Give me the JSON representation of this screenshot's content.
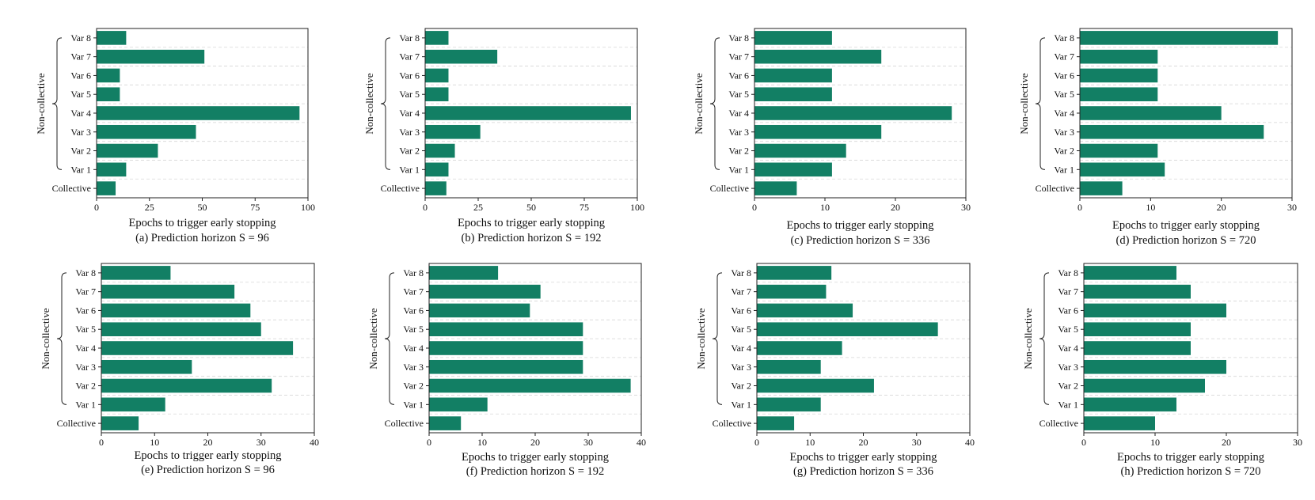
{
  "figure": {
    "x_label": "Epochs to trigger early stopping",
    "group_label": "Non-collective",
    "bar_color": "#127f64",
    "grid_color": "#d6d6d6"
  },
  "chart_data": [
    {
      "type": "bar",
      "orientation": "horizontal",
      "caption": "(a) Prediction horizon S = 96",
      "xlabel": "Epochs to trigger early stopping",
      "categories": [
        "Var 8",
        "Var 7",
        "Var 6",
        "Var 5",
        "Var 4",
        "Var 3",
        "Var 2",
        "Var 1",
        "Collective"
      ],
      "values": [
        14,
        51,
        11,
        11,
        96,
        47,
        29,
        14,
        9
      ],
      "xlim": [
        0,
        100
      ],
      "xticks": [
        0,
        25,
        50,
        75,
        100
      ],
      "grid": "horizontal dashed"
    },
    {
      "type": "bar",
      "orientation": "horizontal",
      "caption": "(b) Prediction horizon S = 192",
      "xlabel": "Epochs to trigger early stopping",
      "categories": [
        "Var 8",
        "Var 7",
        "Var 6",
        "Var 5",
        "Var 4",
        "Var 3",
        "Var 2",
        "Var 1",
        "Collective"
      ],
      "values": [
        11,
        34,
        11,
        11,
        97,
        26,
        14,
        11,
        10
      ],
      "xlim": [
        0,
        100
      ],
      "xticks": [
        0,
        25,
        50,
        75,
        100
      ],
      "grid": "horizontal dashed"
    },
    {
      "type": "bar",
      "orientation": "horizontal",
      "caption": "(c) Prediction horizon S = 336",
      "xlabel": "Epochs to trigger early stopping",
      "categories": [
        "Var 8",
        "Var 7",
        "Var 6",
        "Var 5",
        "Var 4",
        "Var 3",
        "Var 2",
        "Var 1",
        "Collective"
      ],
      "values": [
        11,
        18,
        11,
        11,
        28,
        18,
        13,
        11,
        6
      ],
      "xlim": [
        0,
        30
      ],
      "xticks": [
        0,
        10,
        20,
        30
      ],
      "grid": "horizontal dashed"
    },
    {
      "type": "bar",
      "orientation": "horizontal",
      "caption": "(d) Prediction horizon S = 720",
      "xlabel": "Epochs to trigger early stopping",
      "categories": [
        "Var 8",
        "Var 7",
        "Var 6",
        "Var 5",
        "Var 4",
        "Var 3",
        "Var 2",
        "Var 1",
        "Collective"
      ],
      "values": [
        28,
        11,
        11,
        11,
        20,
        26,
        11,
        12,
        6
      ],
      "xlim": [
        0,
        30
      ],
      "xticks": [
        0,
        10,
        20,
        30
      ],
      "grid": "horizontal dashed"
    },
    {
      "type": "bar",
      "orientation": "horizontal",
      "caption": "(e) Prediction horizon S = 96",
      "xlabel": "Epochs to trigger early stopping",
      "categories": [
        "Var 8",
        "Var 7",
        "Var 6",
        "Var 5",
        "Var 4",
        "Var 3",
        "Var 2",
        "Var 1",
        "Collective"
      ],
      "values": [
        13,
        25,
        28,
        30,
        36,
        17,
        32,
        12,
        7
      ],
      "xlim": [
        0,
        40
      ],
      "xticks": [
        0,
        10,
        20,
        30,
        40
      ],
      "grid": "horizontal dashed"
    },
    {
      "type": "bar",
      "orientation": "horizontal",
      "caption": "(f) Prediction horizon S = 192",
      "xlabel": "Epochs to trigger early stopping",
      "categories": [
        "Var 8",
        "Var 7",
        "Var 6",
        "Var 5",
        "Var 4",
        "Var 3",
        "Var 2",
        "Var 1",
        "Collective"
      ],
      "values": [
        13,
        21,
        19,
        29,
        29,
        29,
        38,
        11,
        6
      ],
      "xlim": [
        0,
        40
      ],
      "xticks": [
        0,
        10,
        20,
        30,
        40
      ],
      "grid": "horizontal dashed"
    },
    {
      "type": "bar",
      "orientation": "horizontal",
      "caption": "(g) Prediction horizon S = 336",
      "xlabel": "Epochs to trigger early stopping",
      "categories": [
        "Var 8",
        "Var 7",
        "Var 6",
        "Var 5",
        "Var 4",
        "Var 3",
        "Var 2",
        "Var 1",
        "Collective"
      ],
      "values": [
        14,
        13,
        18,
        34,
        16,
        12,
        22,
        12,
        7
      ],
      "xlim": [
        0,
        40
      ],
      "xticks": [
        0,
        10,
        20,
        30,
        40
      ],
      "grid": "horizontal dashed"
    },
    {
      "type": "bar",
      "orientation": "horizontal",
      "caption": "(h) Prediction horizon S = 720",
      "xlabel": "Epochs to trigger early stopping",
      "categories": [
        "Var 8",
        "Var 7",
        "Var 6",
        "Var 5",
        "Var 4",
        "Var 3",
        "Var 2",
        "Var 1",
        "Collective"
      ],
      "values": [
        13,
        15,
        20,
        15,
        15,
        20,
        17,
        13,
        10
      ],
      "xlim": [
        0,
        30
      ],
      "xticks": [
        0,
        10,
        20,
        30
      ],
      "grid": "horizontal dashed"
    }
  ]
}
